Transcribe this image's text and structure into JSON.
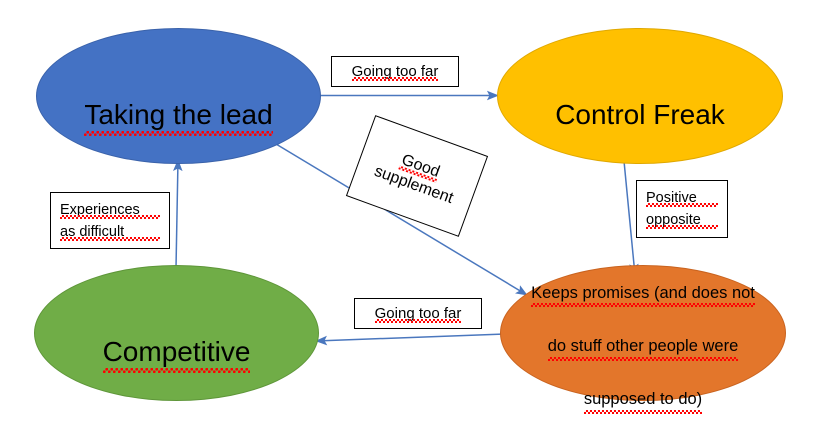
{
  "diagram": {
    "title": "Taking the lead / Control Freak / Competitive relationship diagram",
    "background": "#FFFFFF",
    "arrow_color": "#4A77BE",
    "box_border_color": "#000000",
    "spellcheck_underline_color": "#FF0000",
    "nodes": [
      {
        "id": "taking-the-lead",
        "label": "Taking the lead",
        "shape": "ellipse",
        "fill": "#4472C4",
        "stroke": "#3A62AA",
        "text_color": "#000000",
        "spellchecked": true
      },
      {
        "id": "control-freak",
        "label": "Control Freak",
        "shape": "ellipse",
        "fill": "#FFC000",
        "stroke": "#E0A800",
        "text_color": "#000000",
        "spellchecked": false
      },
      {
        "id": "competitive",
        "label": "Competitive",
        "shape": "ellipse",
        "fill": "#70AD47",
        "stroke": "#5E9639",
        "text_color": "#000000",
        "spellchecked": true
      },
      {
        "id": "keeps-promises",
        "label": "Keeps promises (and does not do stuff other people were supposed to do)",
        "line1": "Keeps promises (and does not",
        "line2": "do stuff other people were",
        "line3": "supposed to do)",
        "shape": "ellipse",
        "fill": "#E3762B",
        "stroke": "#C9631F",
        "text_color": "#000000",
        "spellchecked": true
      }
    ],
    "edge_labels": [
      {
        "id": "going-too-far-top",
        "text": "Going too far",
        "rotation_deg": 0
      },
      {
        "id": "good-supplement",
        "line1": "Good",
        "line2": "supplement",
        "text": "Good supplement",
        "rotation_deg": 20
      },
      {
        "id": "experiences-as-difficult",
        "line1": "Experiences",
        "line2": "as difficult",
        "text": "Experiences as difficult",
        "rotation_deg": 0
      },
      {
        "id": "positive-opposite",
        "line1": "Positive",
        "line2": "opposite",
        "text": "Positive opposite",
        "rotation_deg": 0
      },
      {
        "id": "going-too-far-bottom",
        "text": "Going too far",
        "rotation_deg": 0
      }
    ],
    "edges": [
      {
        "id": "lead-to-control-freak",
        "from": "taking-the-lead",
        "to": "control-freak",
        "label": "Going too far",
        "direction": "right"
      },
      {
        "id": "lead-to-keeps-promises",
        "from": "taking-the-lead",
        "to": "keeps-promises",
        "label": "Good supplement",
        "direction": "down-right"
      },
      {
        "id": "control-freak-to-keeps-promises",
        "from": "control-freak",
        "to": "keeps-promises",
        "label": "Positive opposite",
        "direction": "down"
      },
      {
        "id": "competitive-to-lead",
        "from": "competitive",
        "to": "taking-the-lead",
        "label": "Experiences as difficult",
        "direction": "up"
      },
      {
        "id": "keeps-promises-to-competitive",
        "from": "keeps-promises",
        "to": "competitive",
        "label": "Going too far",
        "direction": "left"
      }
    ]
  }
}
